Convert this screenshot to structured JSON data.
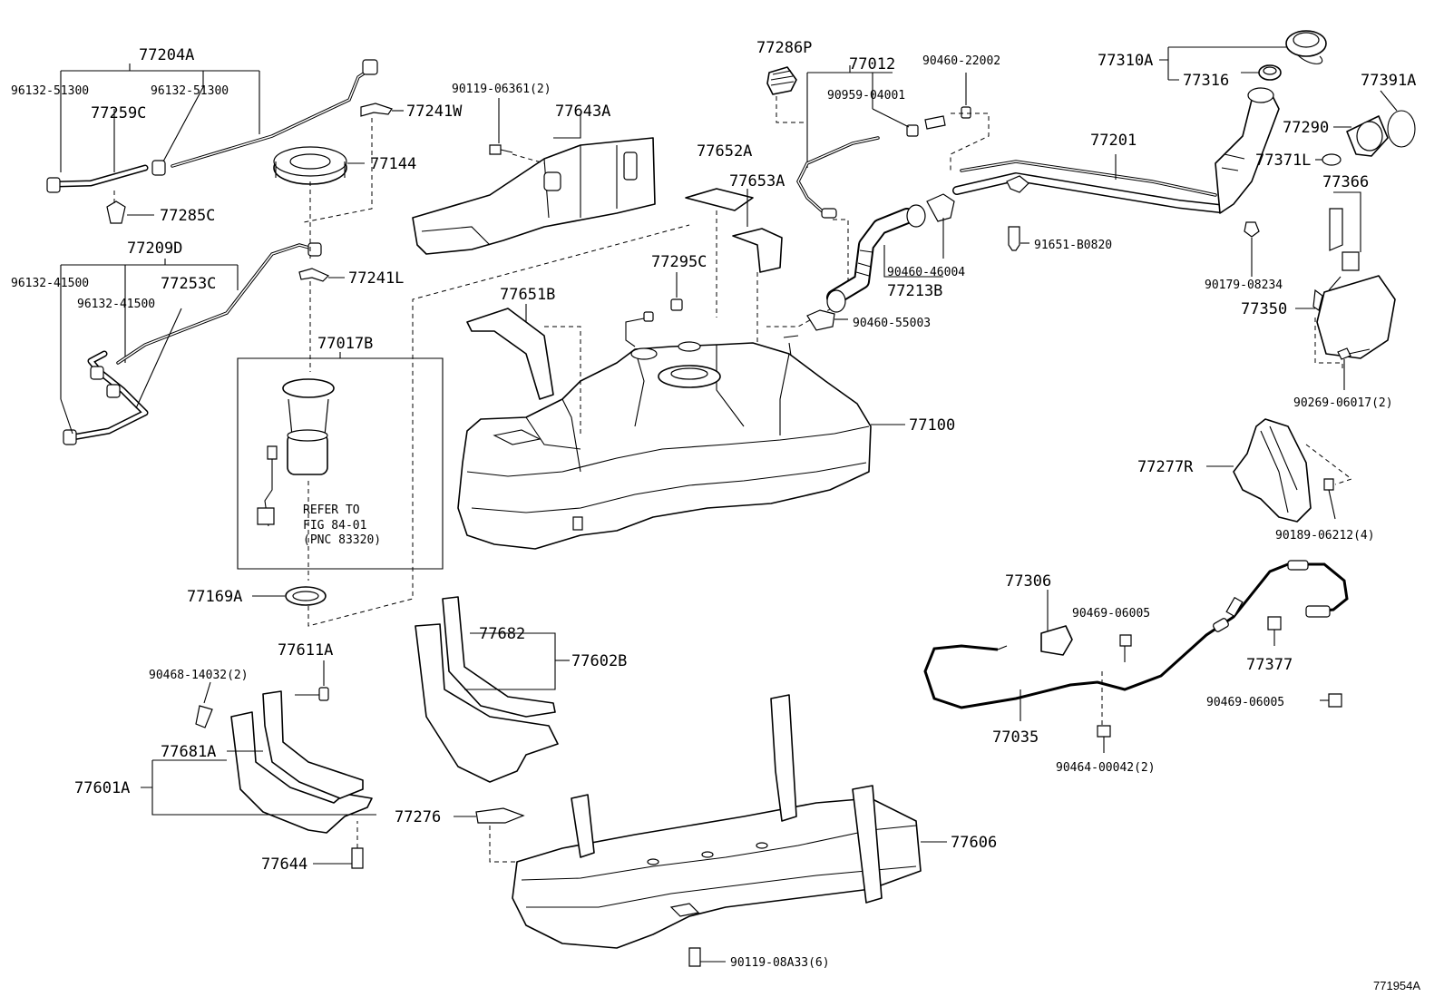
{
  "figure": {
    "id": "771954A"
  },
  "callouts": {
    "p77204A": "77204A",
    "p96132_51300_a": "96132-51300",
    "p96132_51300_b": "96132-51300",
    "p77259C": "77259C",
    "p77285C": "77285C",
    "p77209D": "77209D",
    "p96132_41500_a": "96132-41500",
    "p96132_41500_b": "96132-41500",
    "p77253C": "77253C",
    "p77241W": "77241W",
    "p77144": "77144",
    "p77241L": "77241L",
    "p77017B": "77017B",
    "p77169A": "77169A",
    "p77611A": "77611A",
    "p90468_14032": "90468-14032(2)",
    "p77681A": "77681A",
    "p77601A": "77601A",
    "p77644": "77644",
    "p90119_06361": "90119-06361(2)",
    "p77643A": "77643A",
    "p77652A": "77652A",
    "p77653A": "77653A",
    "p77286P": "77286P",
    "p77012": "77012",
    "p90959_04001": "90959-04001",
    "p90460_22002": "90460-22002",
    "p77295C": "77295C",
    "p77651B": "77651B",
    "p77100": "77100",
    "p77682": "77682",
    "p77602B": "77602B",
    "p77276": "77276",
    "p77606": "77606",
    "p90119_08A33": "90119-08A33(6)",
    "p90460_46004": "90460-46004",
    "p77213B": "77213B",
    "p90460_55003": "90460-55003",
    "p77310A": "77310A",
    "p77316": "77316",
    "p77391A": "77391A",
    "p77201": "77201",
    "p77290": "77290",
    "p77371L": "77371L",
    "p77366": "77366",
    "p91651_B0820": "91651-B0820",
    "p90179_08234": "90179-08234",
    "p77350": "77350",
    "p90269_06017": "90269-06017(2)",
    "p77277R": "77277R",
    "p90189_06212": "90189-06212(4)",
    "p77306": "77306",
    "p90469_06005_a": "90469-06005",
    "p77377": "77377",
    "p90469_06005_b": "90469-06005",
    "p77035": "77035",
    "p90464_00042": "90464-00042(2)"
  },
  "note": {
    "line1": "REFER TO",
    "line2": "FIG 84-01",
    "line3": "(PNC 83320)"
  }
}
